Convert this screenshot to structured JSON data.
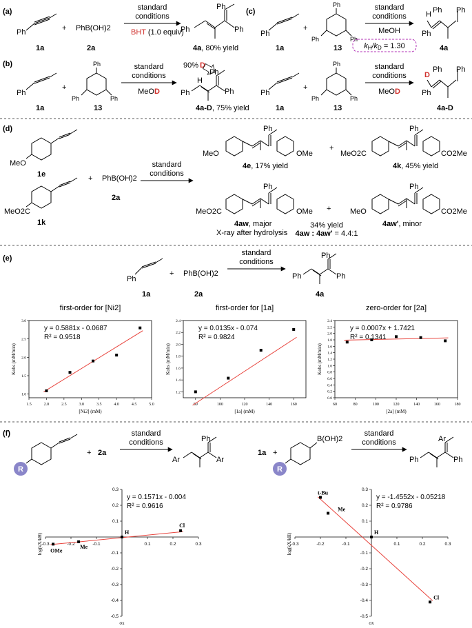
{
  "panels": {
    "a": {
      "tag": "(a)",
      "l_1a": "1a",
      "l_2a": "2a",
      "plus": "+",
      "reagent": "PhB(OH)2",
      "arrow_top1": "standard",
      "arrow_top2": "conditions",
      "arrow_bottom_a": "BHT",
      "arrow_bottom_b": " (1.0 equiv)",
      "product_label": "4a",
      "product_yield": ", 80% yield",
      "ph_labels": [
        "Ph",
        "Ph",
        "Ph",
        "Ph"
      ]
    },
    "b": {
      "tag": "(b)",
      "l_1a": "1a",
      "l_13": "13",
      "plus": "+",
      "arrow_top1": "standard",
      "arrow_top2": "conditions",
      "solvent_a": "MeO",
      "solvent_b": "D",
      "deuterium_pct": "90%",
      "deuterium": "D",
      "h": "H",
      "product_label": "4a-D",
      "product_yield": ", 75% yield"
    },
    "c": {
      "tag": "(c)",
      "l_1a": "1a",
      "l_13": "13",
      "plus": "+",
      "arrow_top1": "standard",
      "arrow_top2": "conditions",
      "solvent1": "MeOH",
      "kie_a": "k",
      "kie_b": "H",
      "kie_c": "/k",
      "kie_d": "D",
      "kie_e": " = 1.30",
      "product1": "4a",
      "h": "H",
      "solvent2_a": "MeO",
      "solvent2_b": "D",
      "deuterium": "D",
      "product2": "4a-D"
    },
    "d": {
      "tag": "(d)",
      "l_1e": "1e",
      "l_1k": "1k",
      "l_2a": "2a",
      "plus": "+",
      "reagent": "PhB(OH)2",
      "arrow_top1": "standard",
      "arrow_top2": "conditions",
      "meo": "MeO",
      "meo2c": "MeO2C",
      "ome": "OMe",
      "co2me": "CO2Me",
      "p4e": "4e",
      "p4e_yield": ", 17% yield",
      "p4k": "4k",
      "p4k_yield": ", 45% yield",
      "p4aw": "4aw",
      "p4aw_note": ", major",
      "xray": "X-ray after hydrolysis",
      "ratio_yield": "34% yield",
      "ratio": "4aw : 4aw'",
      "ratio_value": " = 4.4:1",
      "p4awp": "4aw'",
      "p4awp_note": ", minor"
    },
    "e": {
      "tag": "(e)",
      "l_1a": "1a",
      "l_2a": "2a",
      "l_4a": "4a",
      "plus": "+",
      "reagent": "PhB(OH)2",
      "arrow_top1": "standard",
      "arrow_top2": "conditions"
    },
    "f": {
      "tag": "(f)",
      "l_2a": "2a",
      "l_1a": "1a",
      "plus": "+",
      "r": "R",
      "ar": "Ar",
      "ph": "Ph",
      "boronic": "B(OH)2",
      "arrow_top1": "standard",
      "arrow_top2": "conditions"
    }
  },
  "chart_data": [
    {
      "type": "scatter",
      "title": "first-order for [Ni2]",
      "xlabel": "[Ni2] (mM)",
      "ylabel": "Kobs (mM/min)",
      "xlim": [
        1.5,
        5.0
      ],
      "ylim": [
        0.9,
        3.0
      ],
      "xticks": [
        "1.5",
        "2.0",
        "2.5",
        "3.0",
        "3.5",
        "4.0",
        "4.5",
        "5.0"
      ],
      "yticks": [
        "1.0",
        "1.5",
        "2.0",
        "2.5",
        "3.0"
      ],
      "x": [
        2.0,
        2.67,
        3.33,
        4.0,
        4.67
      ],
      "y": [
        1.09,
        1.59,
        1.9,
        2.06,
        2.8
      ],
      "fit": {
        "slope": 0.5881,
        "intercept": -0.0687,
        "equation": "y = 0.5881x - 0.0687",
        "r2": "R² = 0.9518"
      }
    },
    {
      "type": "scatter",
      "title": "first-order for [1a]",
      "xlabel": "[1a] (mM)",
      "ylabel": "Kobs (mM/min)",
      "xlim": [
        70,
        170
      ],
      "ylim": [
        1.1,
        2.4
      ],
      "xticks": [
        "80",
        "100",
        "120",
        "140",
        "160"
      ],
      "yticks": [
        "1.2",
        "1.4",
        "1.6",
        "1.8",
        "2.0",
        "2.2",
        "2.4"
      ],
      "x": [
        80,
        106.67,
        133.33,
        160
      ],
      "y": [
        1.2,
        1.43,
        1.9,
        2.25
      ],
      "fit": {
        "slope": 0.0135,
        "intercept": -0.074,
        "equation": "y = 0.0135x - 0.074",
        "r2": "R² = 0.9824"
      }
    },
    {
      "type": "scatter",
      "title": "zero-order for [2a]",
      "xlabel": "[2a] (mM)",
      "ylabel": "Kobs (mM/min)",
      "xlim": [
        60,
        180
      ],
      "ylim": [
        0,
        2.4
      ],
      "xticks": [
        "60",
        "80",
        "100",
        "120",
        "140",
        "160",
        "180"
      ],
      "yticks": [
        "0.0",
        "0.2",
        "0.4",
        "0.6",
        "0.8",
        "1.0",
        "1.2",
        "1.4",
        "1.6",
        "1.8",
        "2.0",
        "2.2",
        "2.4"
      ],
      "x": [
        72,
        96,
        120,
        144,
        168
      ],
      "y": [
        1.73,
        1.8,
        1.9,
        1.87,
        1.77
      ],
      "fit": {
        "slope": 0.0007,
        "intercept": 1.7421,
        "equation": "y = 0.0007x + 1.7421",
        "r2": "R² = 0.1341"
      }
    },
    {
      "type": "scatter",
      "title": "",
      "xlabel": "σx",
      "ylabel": "log(kX/kH)",
      "xlim": [
        -0.3,
        0.3
      ],
      "ylim": [
        -0.5,
        0.3
      ],
      "xticks": [
        "-0.3",
        "-0.2",
        "-0.1",
        "0.1",
        "0.2",
        "0.3"
      ],
      "yticks": [
        "0.3",
        "0.2",
        "0.1",
        "-0.1",
        "-0.2",
        "-0.3",
        "-0.4",
        "-0.5"
      ],
      "points": [
        {
          "label": "OMe",
          "x": -0.27,
          "y": -0.045
        },
        {
          "label": "Me",
          "x": -0.17,
          "y": -0.03
        },
        {
          "label": "H",
          "x": 0.0,
          "y": 0.0
        },
        {
          "label": "Cl",
          "x": 0.23,
          "y": 0.04
        }
      ],
      "fit": {
        "slope": 0.1571,
        "intercept": -0.004,
        "equation": "y = 0.1571x - 0.004",
        "r2": "R² = 0.9616"
      }
    },
    {
      "type": "scatter",
      "title": "",
      "xlabel": "σx",
      "ylabel": "log(kX/kH)",
      "xlim": [
        -0.3,
        0.3
      ],
      "ylim": [
        -0.5,
        0.3
      ],
      "xticks": [
        "-0.3",
        "-0.2",
        "-0.1",
        "0.1",
        "0.2",
        "0.3"
      ],
      "yticks": [
        "0.3",
        "0.2",
        "0.1",
        "-0.1",
        "-0.2",
        "-0.3",
        "-0.4",
        "-0.5"
      ],
      "points": [
        {
          "label": "t-Bu",
          "x": -0.2,
          "y": 0.25
        },
        {
          "label": "Me",
          "x": -0.17,
          "y": 0.15
        },
        {
          "label": "H",
          "x": 0.0,
          "y": 0.0
        },
        {
          "label": "Cl",
          "x": 0.23,
          "y": -0.41
        }
      ],
      "fit": {
        "slope": -1.4552,
        "intercept": -0.05218,
        "equation": "y = -1.4552x - 0.05218",
        "r2": "R² = 0.9786"
      }
    }
  ],
  "colors": {
    "fit_line": "#e8433c",
    "red_text": "#d0312d",
    "purple_dash": "#b12fb5",
    "badge": "#8a86c9"
  }
}
